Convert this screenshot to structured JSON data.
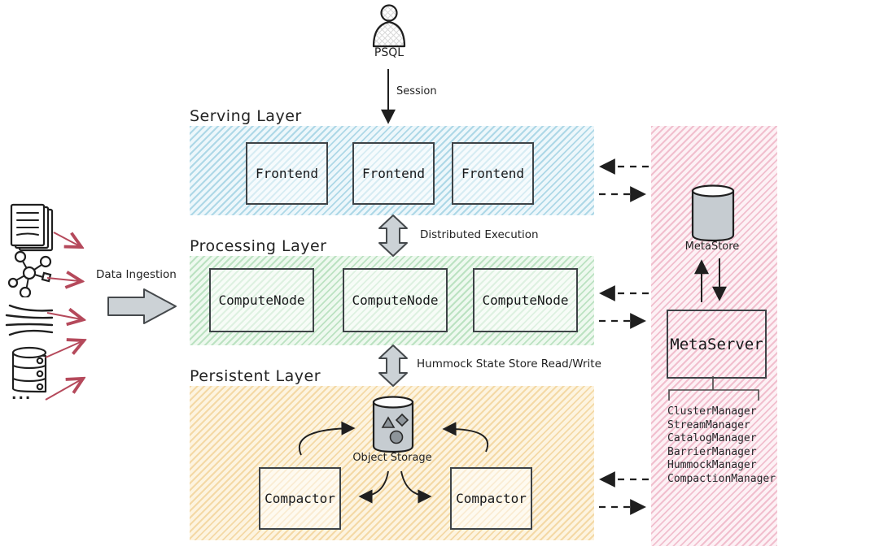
{
  "user": {
    "label": "PSQL"
  },
  "labels": {
    "session": "Session",
    "data_ingestion": "Data Ingestion",
    "distributed_execution": "Distributed Execution",
    "hummock": "Hummock State Store Read/Write",
    "more_sources": "..."
  },
  "serving": {
    "title": "Serving Layer",
    "nodes": [
      "Frontend",
      "Frontend",
      "Frontend"
    ]
  },
  "processing": {
    "title": "Processing Layer",
    "nodes": [
      "ComputeNode",
      "ComputeNode",
      "ComputeNode"
    ]
  },
  "persistent": {
    "title": "Persistent Layer",
    "storage": "Object Storage",
    "nodes": [
      "Compactor",
      "Compactor"
    ]
  },
  "meta": {
    "store": "MetaStore",
    "server": "MetaServer",
    "managers": [
      "ClusterManager",
      "StreamManager",
      "CatalogManager",
      "BarrierManager",
      "HummockManager",
      "CompactionManager"
    ]
  },
  "icons": {
    "user": "user-icon",
    "sources": [
      "documents-stack-icon",
      "graph-icon",
      "stream-icon",
      "database-icon"
    ],
    "object_storage": "object-storage-cylinder-icon",
    "meta_store": "metastore-cylinder-icon"
  },
  "colors": {
    "serving_band": "#aed8e7",
    "processing_band": "#bce2c2",
    "persistent_band": "#f4d9a6",
    "meta_band": "#f1bfce",
    "ingest_arrow": "#b5495b",
    "gray_arrow_fill": "#ccd2d6",
    "line": "#1f1f1f"
  }
}
